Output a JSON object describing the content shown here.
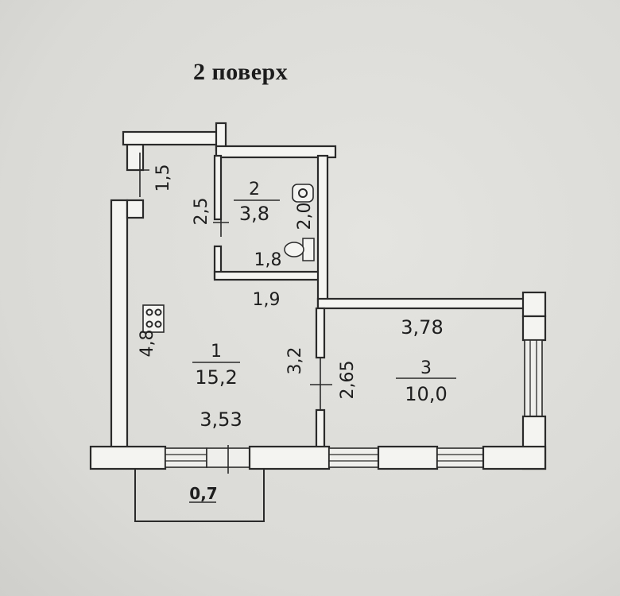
{
  "floor_title": "2  поверх",
  "rooms": [
    {
      "number": "1",
      "area": "15,2"
    },
    {
      "number": "2",
      "area": "3,8"
    },
    {
      "number": "3",
      "area": "10,0"
    }
  ],
  "dimensions": {
    "corridor_width": "1,5",
    "bath_height": "2,5",
    "bath_width_right": "2,0",
    "bath_bottom": "1,8",
    "room1_top": "1,9",
    "room1_left": "4,8",
    "room1_right": "3,2",
    "room1_bottom": "3,53",
    "room3_top": "3,78",
    "room3_left": "2,65",
    "balcony": "0,7"
  },
  "icons": [
    "stove-icon",
    "sink-icon",
    "toilet-icon"
  ]
}
